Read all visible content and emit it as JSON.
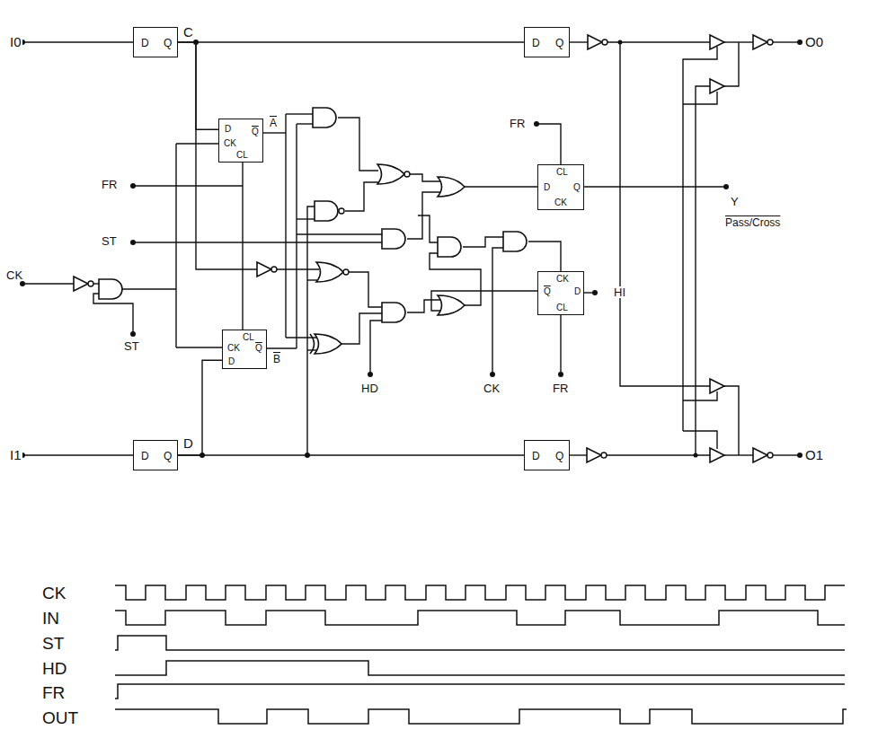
{
  "diagram": {
    "nodes": [
      {
        "text": [
          "D",
          "Q"
        ]
      },
      {
        "text": [
          "D",
          "Q"
        ]
      },
      {
        "text": [
          "D",
          "CK",
          "CL",
          "Q"
        ]
      },
      {
        "text": [
          "CL",
          "CK",
          "Q",
          "D"
        ]
      },
      {
        "text": [
          "D",
          "Q"
        ]
      },
      {
        "text": [
          "D",
          "Q"
        ]
      },
      {
        "text": [
          "CL",
          "D",
          "Q",
          "CK"
        ]
      },
      {
        "text": [
          "CK",
          "Q",
          "D",
          "CL"
        ]
      }
    ],
    "edges": [
      {
        "from": 0,
        "to": 1,
        "arrow": "none"
      },
      {
        "from": 0,
        "to": 2,
        "arrow": "none"
      },
      {
        "from": 4,
        "to": 5,
        "arrow": "none"
      },
      {
        "from": 4,
        "to": 3,
        "arrow": "none"
      }
    ],
    "labels": [
      "I0",
      "C",
      "O0",
      "A",
      "FR",
      "Y",
      "Pass/Cross",
      "FR",
      "ST",
      "CK",
      "ST",
      "HI",
      "HD",
      "CK",
      "FR",
      "B",
      "I1",
      "D",
      "O1",
      "CK",
      "IN",
      "ST",
      "HD",
      "FR",
      "OUT"
    ]
  }
}
